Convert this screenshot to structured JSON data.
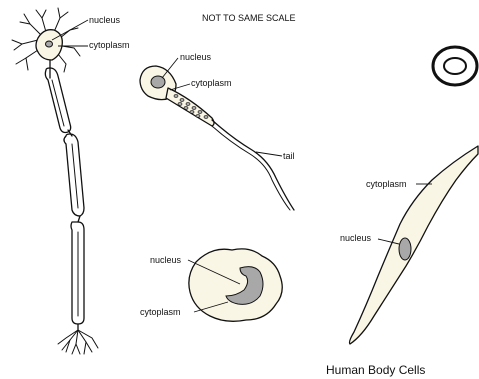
{
  "title": "NOT TO SAME SCALE",
  "caption": "Human Body Cells",
  "colors": {
    "cytoplasm_fill": "#faf6e6",
    "nucleus_fill": "#a8a8a8",
    "outline": "#111111",
    "background": "#ffffff"
  },
  "nerve_cell": {
    "labels": {
      "nucleus": "nucleus",
      "cytoplasm": "cytoplasm"
    }
  },
  "sperm_cell": {
    "labels": {
      "nucleus": "nucleus",
      "cytoplasm": "cytoplasm",
      "tail": "tail"
    }
  },
  "white_blood_cell": {
    "labels": {
      "nucleus": "nucleus",
      "cytoplasm": "cytoplasm"
    }
  },
  "muscle_cell": {
    "labels": {
      "nucleus": "nucleus",
      "cytoplasm": "cytoplasm"
    }
  }
}
